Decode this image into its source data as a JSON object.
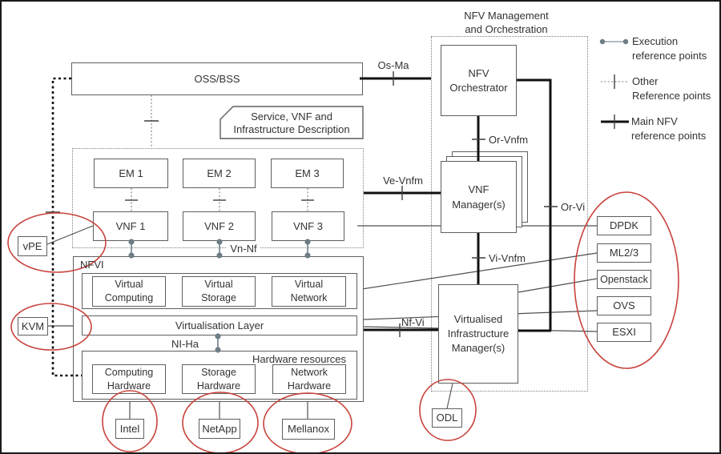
{
  "title": {
    "mano_line1": "NFV Management",
    "mano_line2": "and Orchestration"
  },
  "legend": {
    "execution": {
      "line1": "Execution",
      "line2": "reference points"
    },
    "other": {
      "line1": "Other",
      "line2": "Reference points"
    },
    "main": {
      "line1": "Main NFV",
      "line2": "reference points"
    }
  },
  "top": {
    "oss_bss": "OSS/BSS",
    "service_line1": "Service, VNF and",
    "service_line2": "Infrastructure Description"
  },
  "ems": [
    "EM 1",
    "EM 2",
    "EM 3"
  ],
  "vnfs": [
    "VNF 1",
    "VNF 2",
    "VNF 3"
  ],
  "nfvi": {
    "label": "NFVI",
    "virtual_computing": [
      "Virtual",
      "Computing"
    ],
    "virtual_storage": [
      "Virtual",
      "Storage"
    ],
    "virtual_network": [
      "Virtual",
      "Network"
    ],
    "virtualisation_layer": "Virtualisation Layer",
    "hardware_resources": "Hardware resources",
    "computing_hardware": [
      "Computing",
      "Hardware"
    ],
    "storage_hardware": [
      "Storage",
      "Hardware"
    ],
    "network_hardware": [
      "Network",
      "Hardware"
    ]
  },
  "mano": {
    "orchestrator": [
      "NFV",
      "Orchestrator"
    ],
    "vnf_manager": [
      "VNF",
      "Manager(s)"
    ],
    "vim": [
      "Virtualised",
      "Infrastructure",
      "Manager(s)"
    ]
  },
  "ref_points": {
    "os_ma": "Os-Ma",
    "or_vnfm": "Or-Vnfm",
    "ve_vnfm": "Ve-Vnfm",
    "or_vi": "Or-Vi",
    "vi_vnfm": "Vi-Vnfm",
    "nf_vi": "Nf-Vi",
    "vn_nf": "Vn-Nf",
    "ni_ha": "NI-Ha"
  },
  "annotations": {
    "vpe": "vPE",
    "kvm": "KVM",
    "intel": "Intel",
    "netapp": "NetApp",
    "mellanox": "Mellanox",
    "odl": "ODL",
    "dpdk": "DPDK",
    "ml23": "ML2/3",
    "openstack": "Openstack",
    "ovs": "OVS",
    "esxi": "ESXI"
  },
  "colors": {
    "red_circle": "#c8423c",
    "execution_point": "#6d7d85",
    "main_line": "#111111",
    "thin_line": "#4f4f4f",
    "box_border": "#5f5f5f"
  }
}
